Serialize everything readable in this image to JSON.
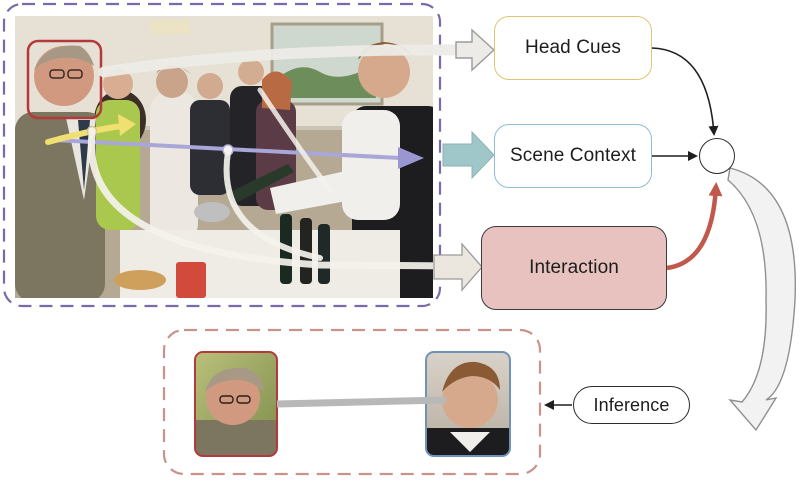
{
  "nodes": {
    "head_cues": "Head Cues",
    "scene_context": "Scene Context",
    "interaction": "Interaction",
    "inference": "Inference"
  },
  "colors": {
    "scene_frame": "#7b6aa8",
    "output_frame": "#c9928b",
    "head_cues_border": "#e2c572",
    "scene_context_border": "#8dbcd3",
    "interaction_fill": "#e7c2be",
    "interaction_arrow": "#c2584c",
    "face_box_red": "#b23a3a",
    "face_box_blue": "#6f92b8",
    "gaze_link": "#b8b8b8"
  },
  "icons": {
    "photo": "party-scene-photo",
    "person_a_face": "older-man-with-glasses-face",
    "person_b_face": "young-man-smiling-face",
    "fusion": "circle-fusion-node"
  }
}
